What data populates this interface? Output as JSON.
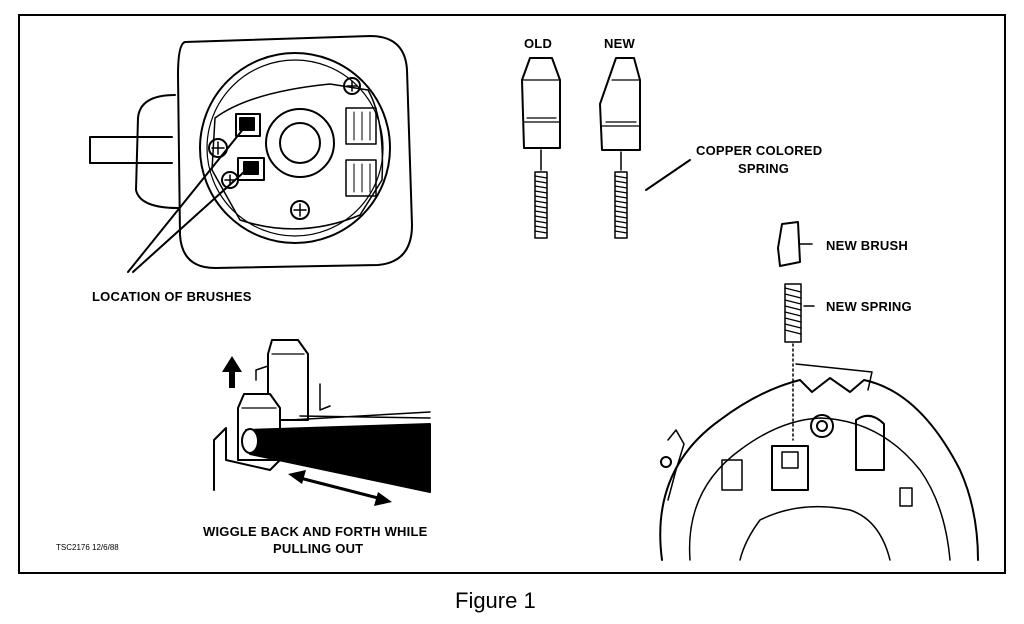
{
  "labels": {
    "old": "OLD",
    "new": "NEW",
    "copper_spring_line1": "COPPER COLORED",
    "copper_spring_line2": "SPRING",
    "new_brush": "NEW BRUSH",
    "new_spring": "NEW SPRING",
    "location_of_brushes": "LOCATION OF BRUSHES",
    "wiggle_line1": "WIGGLE BACK AND FORTH WHILE",
    "wiggle_line2": "PULLING OUT",
    "doc_code": "TSC2176  12/6/88"
  },
  "caption": "Figure 1"
}
